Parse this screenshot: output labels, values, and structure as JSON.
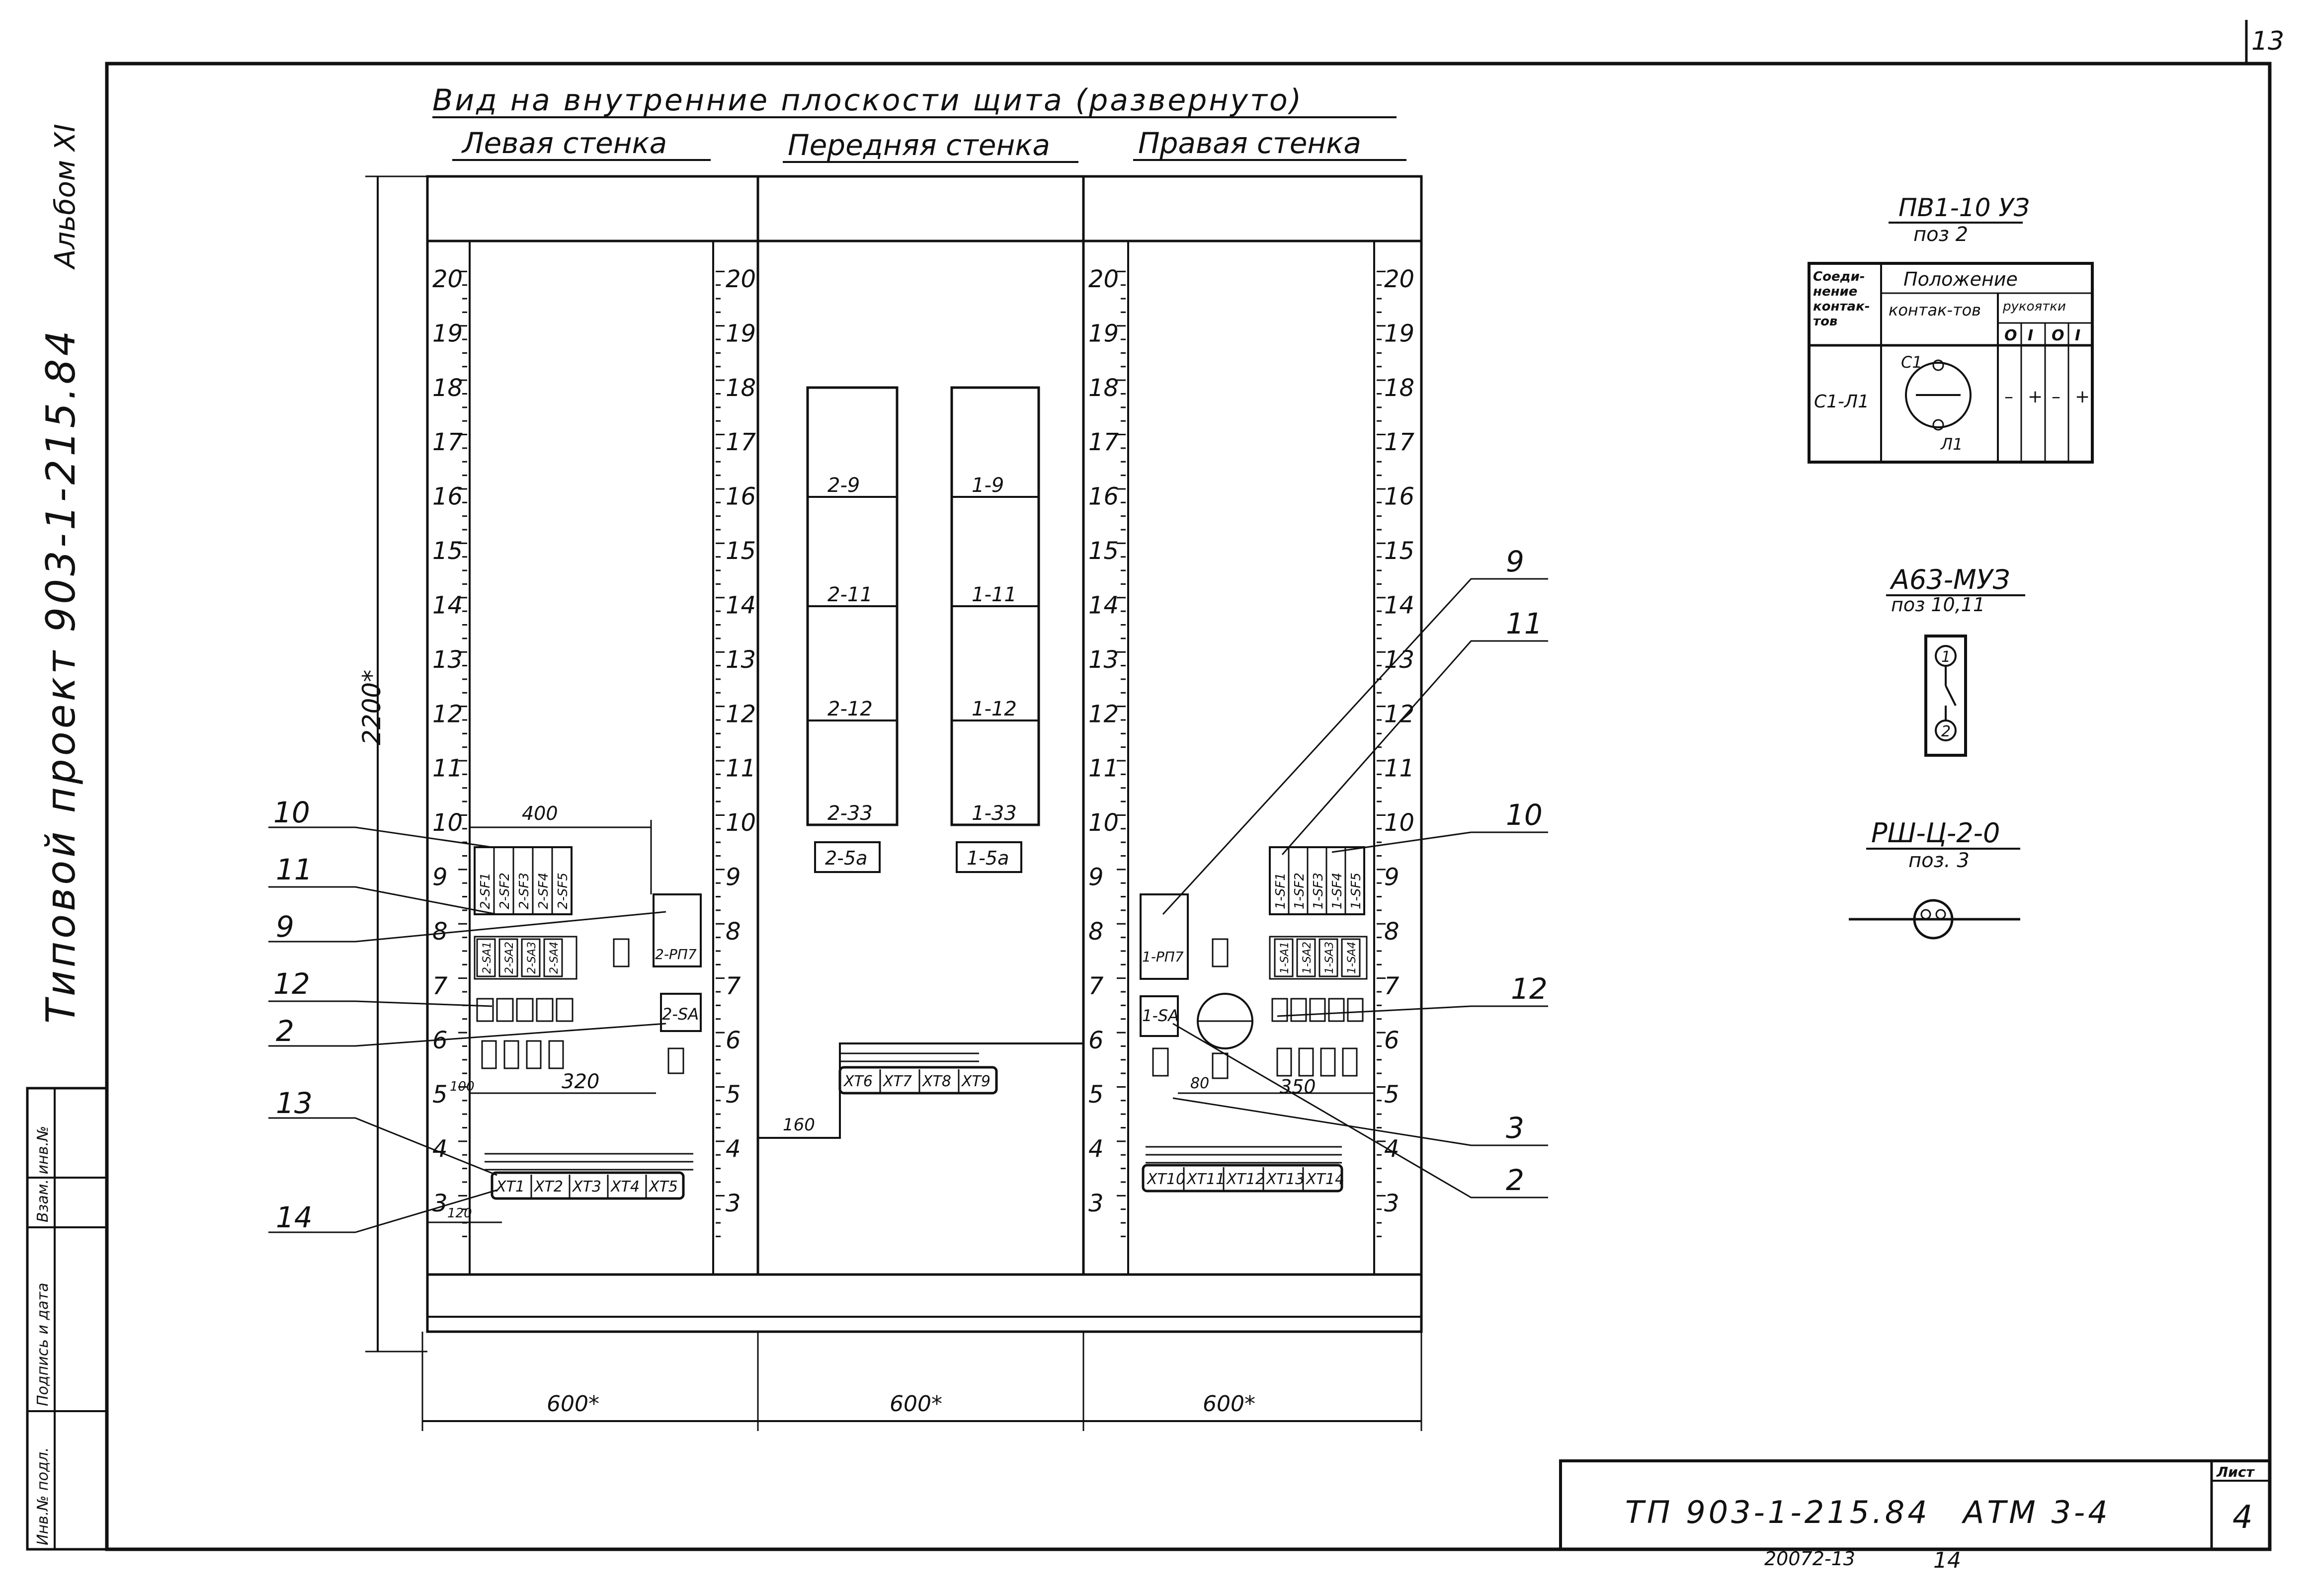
{
  "sheet_number_corner": "13",
  "side_margin": {
    "album": "Альбом XI",
    "project": "Типовой проект 903-1-215.84",
    "stamp_cells": [
      "Инв.№ подл.",
      "Подпись и дата",
      "Взам. инв.№"
    ]
  },
  "title": "Вид на внутренние плоскости щита (развернуто)",
  "walls": {
    "left": "Левая стенка",
    "front": "Передняя стенка",
    "right": "Правая стенка"
  },
  "scale_numbers": [
    "20",
    "19",
    "18",
    "17",
    "16",
    "15",
    "14",
    "13",
    "12",
    "11",
    "10",
    "9",
    "8",
    "7",
    "6",
    "5",
    "4",
    "3"
  ],
  "height_dim": "2200*",
  "width_dims": [
    "600*",
    "600*",
    "600*"
  ],
  "left_wall": {
    "dim_400": "400",
    "dim_320": "320",
    "dim_100": "100",
    "dim_120": "120",
    "breakers": [
      "2-SF1",
      "2-SF2",
      "2-SF3",
      "2-SF4",
      "2-SF5"
    ],
    "switches": [
      "2-SA1",
      "2-SA2",
      "2-SA3",
      "2-SA4"
    ],
    "relay": "2-РП7",
    "sa": "2-SA",
    "terminals": [
      "XT1",
      "XT2",
      "XT3",
      "XT4",
      "XT5"
    ],
    "callouts": [
      "10",
      "11",
      "9",
      "12",
      "2",
      "13",
      "14"
    ]
  },
  "front_wall": {
    "panels_left": [
      "2-9",
      "2-11",
      "2-12",
      "2-33"
    ],
    "panels_right": [
      "1-9",
      "1-11",
      "1-12",
      "1-33"
    ],
    "labels_bottom": [
      "2-5а",
      "1-5а"
    ],
    "dim_160": "160",
    "terminals": [
      "XT6",
      "XT7",
      "XT8",
      "XT9"
    ]
  },
  "right_wall": {
    "breakers": [
      "1-SF1",
      "1-SF2",
      "1-SF3",
      "1-SF4",
      "1-SF5"
    ],
    "switches": [
      "1-SA1",
      "1-SA2",
      "1-SA3",
      "1-SA4"
    ],
    "relay": "1-РП7",
    "sa": "1-SA",
    "dim_80": "80",
    "dim_350": "350",
    "terminals": [
      "XT10",
      "XT11",
      "XT12",
      "XT13",
      "XT14"
    ],
    "callouts": [
      "9",
      "11",
      "10",
      "12",
      "3",
      "2"
    ]
  },
  "switch_table": {
    "title": "ПВ1-10 УЗ",
    "pos": "поз 2",
    "col_connection": "Соеди-нение контак-тов",
    "col_position": "Положение",
    "col_contacts": "контак-тов",
    "col_handle": "рукоятки",
    "pos_marks": [
      "O",
      "I",
      "O",
      "I"
    ],
    "row_label": "С1-Л1",
    "contact_top": "С1",
    "contact_bottom": "Л1",
    "row_marks": [
      "–",
      "+",
      "–",
      "+"
    ]
  },
  "breaker_symbol": {
    "title": "А63-МУЗ",
    "pos": "поз 10,11",
    "terminal_1": "1",
    "terminal_2": "2"
  },
  "socket_symbol": {
    "title": "РШ-Ц-2-0",
    "pos": "поз. 3"
  },
  "title_block": {
    "code": "ТП 903-1-215.84",
    "sheet_code": "АТМ 3-4",
    "sheet_label": "Лист",
    "sheet_no": "4",
    "inventory": "20072-13",
    "page": "14"
  }
}
